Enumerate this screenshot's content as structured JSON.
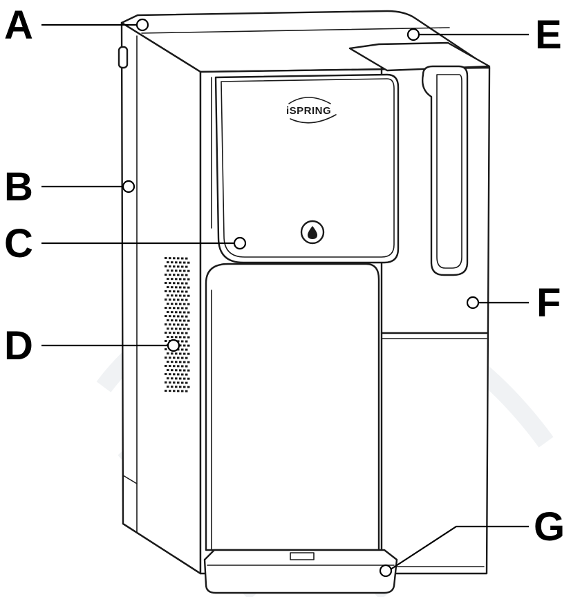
{
  "diagram": {
    "brand": "iSPRING",
    "callouts": [
      {
        "id": "a",
        "label": "A"
      },
      {
        "id": "b",
        "label": "B"
      },
      {
        "id": "c",
        "label": "C"
      },
      {
        "id": "d",
        "label": "D"
      },
      {
        "id": "e",
        "label": "E"
      },
      {
        "id": "f",
        "label": "F"
      },
      {
        "id": "g",
        "label": "G"
      }
    ]
  },
  "colors": {
    "outline": "#1a1a1a",
    "watermark": "#f0f2f4",
    "background": "#ffffff"
  }
}
